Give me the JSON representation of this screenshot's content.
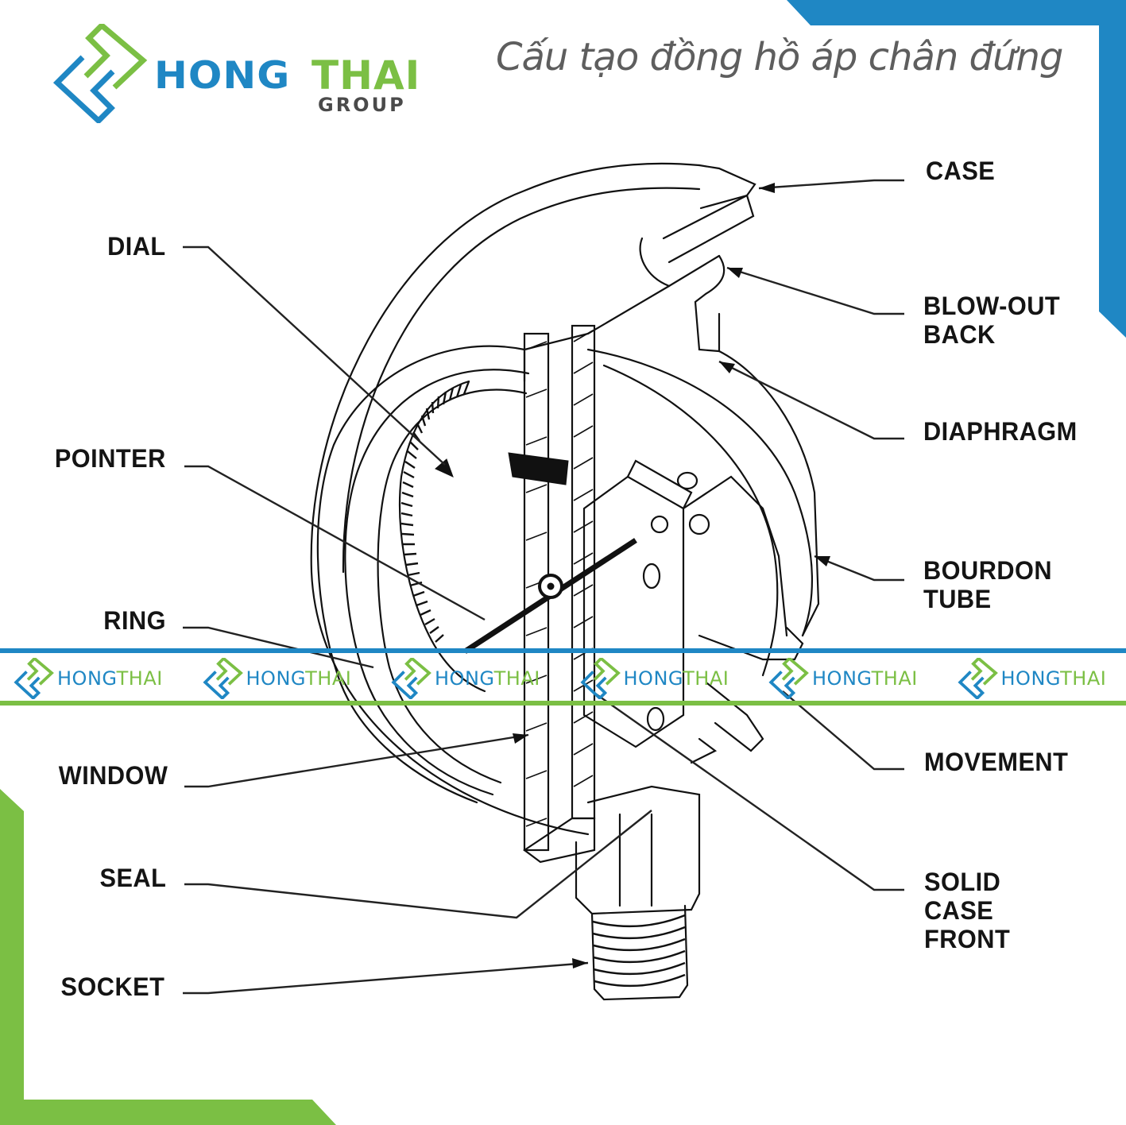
{
  "brand": {
    "name_part1": "HONG",
    "name_part2": "THAI",
    "subtitle": "GROUP",
    "colors": {
      "blue": "#1f87c4",
      "green": "#7bbf44",
      "gray": "#4a4a4a"
    }
  },
  "title": "Cấu tạo đồng hồ áp chân đứng",
  "labels": {
    "left": [
      {
        "id": "dial",
        "text": "DIAL"
      },
      {
        "id": "pointer",
        "text": "POINTER"
      },
      {
        "id": "ring",
        "text": "RING"
      },
      {
        "id": "window",
        "text": "WINDOW"
      },
      {
        "id": "seal",
        "text": "SEAL"
      },
      {
        "id": "socket",
        "text": "SOCKET"
      }
    ],
    "right": [
      {
        "id": "case",
        "lines": [
          "CASE"
        ]
      },
      {
        "id": "blow-out-back",
        "lines": [
          "BLOW-OUT",
          "BACK"
        ]
      },
      {
        "id": "diaphragm",
        "lines": [
          "DIAPHRAGM"
        ]
      },
      {
        "id": "bourdon-tube",
        "lines": [
          "BOURDON",
          "TUBE"
        ]
      },
      {
        "id": "movement",
        "lines": [
          "MOVEMENT"
        ]
      },
      {
        "id": "solid-case-front",
        "lines": [
          "SOLID",
          "CASE",
          "FRONT"
        ]
      }
    ]
  },
  "watermark": {
    "text_part1": "HONG",
    "text_part2": "THAI",
    "repeat": 6
  },
  "decor": {
    "frame_blue": "#1f87c4",
    "frame_green": "#7bbf44"
  }
}
